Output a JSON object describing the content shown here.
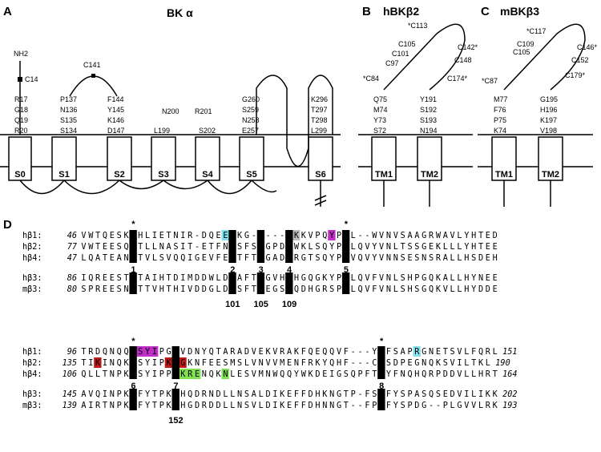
{
  "panels": {
    "a": {
      "letter": "A",
      "title": "BK α"
    },
    "b": {
      "letter": "B",
      "title": "hBKβ2"
    },
    "c": {
      "letter": "C",
      "title": "mBKβ3"
    },
    "d": {
      "letter": "D"
    }
  },
  "bk_alpha": {
    "nterm": "NH2",
    "labels": [
      "C14",
      "C141",
      "R17",
      "G18",
      "Q19",
      "R20",
      "P137",
      "N136",
      "S135",
      "S134",
      "F144",
      "Y145",
      "K146",
      "D147",
      "N200",
      "L199",
      "R201",
      "S202",
      "G260",
      "S259",
      "N258",
      "E257",
      "K296",
      "T297",
      "T298",
      "L299"
    ],
    "segments": [
      "S0",
      "S1",
      "S2",
      "S3",
      "S4",
      "S5",
      "S6"
    ]
  },
  "hbeta2": {
    "loop_labels": [
      "*C113",
      "C105",
      "C101",
      "C97",
      "*C84",
      "C142*",
      "C148",
      "C174*"
    ],
    "left_stack": [
      "Q75",
      "M74",
      "Y73",
      "S72"
    ],
    "right_stack": [
      "Y191",
      "S192",
      "S193",
      "N194"
    ],
    "tms": [
      "TM1",
      "TM2"
    ]
  },
  "mbeta3": {
    "loop_labels": [
      "*C117",
      "C109",
      "C105",
      "*C87",
      "C146*",
      "C152",
      "C179*"
    ],
    "left_stack": [
      "M77",
      "F76",
      "P75",
      "K74"
    ],
    "right_stack": [
      "G195",
      "H196",
      "K197",
      "V198"
    ],
    "tms": [
      "TM1",
      "TM2"
    ]
  },
  "alignment": {
    "block1": [
      {
        "name": "hβ1:",
        "start": "46",
        "seq": "VWTQESKCHLIETNIR-DQEELKG------KKVPQYPCL--WVNVSAAGRWAVLYHTED",
        "end": ""
      },
      {
        "name": "hβ2:",
        "start": "77",
        "seq": "VWTEESQCTLLNASIT-ETFNCSFSCGPDCWKLSQYPCLQVYVNLTSSGEKLLLYHTEE",
        "end": ""
      },
      {
        "name": "hβ4:",
        "start": "47",
        "seq": "LQATEANCTVLSVQQIGEVFECTFTCGADCRGTSQYPCVQVYVNNSESNSRALLHSDEH",
        "end": ""
      },
      {
        "name": "hβ3:",
        "start": "86",
        "seq": "IQREESTCTAIHTDIMDDWLDCAFTCGVHCHGQGKYPCLQVFVNLSHPGQKALLHYNEE",
        "end": ""
      },
      {
        "name": "mβ3:",
        "start": "80",
        "seq": "SPREESNCTTVHTHIVDDGLDFSFTCEGSCQDHGRSPCLQVFVNLSHSGQKVLLHYDDE",
        "end": ""
      }
    ],
    "block1_numbers": [
      "1",
      "2",
      "3",
      "4",
      "5"
    ],
    "block1_numbers_b3": [
      "101",
      "105",
      "109"
    ],
    "block2": [
      {
        "name": "hβ1:",
        "start": "96",
        "seq": "TRDQNQQCSYIPGSVDNYQTARADVEKVRAKFQEQQVF---YCFSAPRGNETSVLFQRL",
        "end": "151"
      },
      {
        "name": "hβ2:",
        "start": "135",
        "seq": "TIKINQKCSYIPKCGKNFEESMSLVNVVMENFRKYQHF---CYSDPEGNQKSVILTKL",
        "end": "190"
      },
      {
        "name": "hβ4:",
        "start": "106",
        "seq": "QLLTNPKCSYIPPCKRENQKNLESVMNWQQYWKDEIGSQPFTCYFNQHQRPDDVLLHRT",
        "end": "164"
      },
      {
        "name": "hβ3:",
        "start": "145",
        "seq": "AVQINPKCFYTPKCHQDRNDLLNSALDIKEFFDHKNGTP-FSCFYSPASQSEDVILIKK",
        "end": "202"
      },
      {
        "name": "mβ3:",
        "start": "139",
        "seq": "AIRTNPKCFYTPKCHGDRDDLLNSVLDIKEFFDHNNGT--FPCFYSPDG--PLGVVLRK",
        "end": "193"
      }
    ],
    "block2_numbers": [
      "6",
      "7",
      "8"
    ],
    "block2_numbers_b3": [
      "152"
    ]
  },
  "colors": {
    "highlight_black": "#000000",
    "cyan": "#80e0ee",
    "magenta": "#c030c8",
    "red": "#c01818",
    "green": "#80e050",
    "gray": "#bdbdbd"
  }
}
